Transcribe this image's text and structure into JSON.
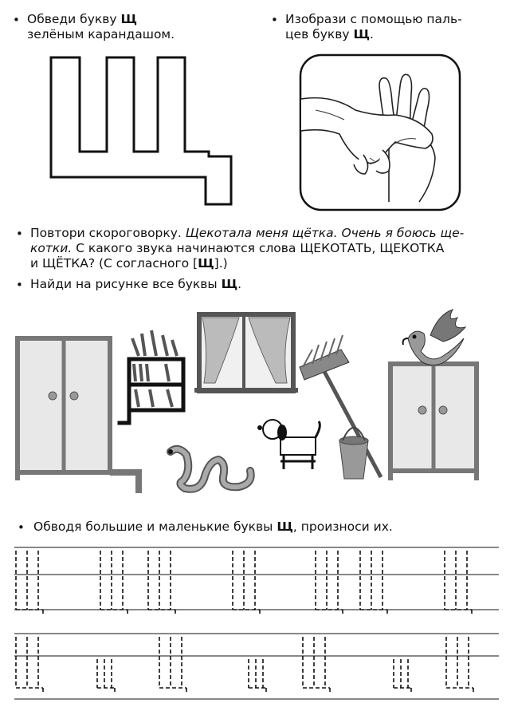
{
  "task1": {
    "bullet": "•",
    "text_before": "Обведи букву ",
    "letter": "Щ",
    "text_line2": "зелёным карандашом."
  },
  "task2": {
    "bullet": "•",
    "text_line1": "Изобрази с помощью паль-",
    "text_before": "цев букву ",
    "letter": "Щ",
    "text_after": "."
  },
  "task3": {
    "bullet": "•",
    "p1": "Повтори скороговорку. ",
    "tongue_twister": "Щекотала меня щётка. Очень я боюсь ще-",
    "tongue_twister_2": "котки.",
    "p2": " С какого звука начинаются слова ЩЕКОТАТЬ, ЩЕКОТКА",
    "p3": "и ЩЁТКА? (С согласного [",
    "sound": "Щ",
    "p4": "].)"
  },
  "task4": {
    "bullet": "•",
    "text_before": "Найди на рисунке все буквы ",
    "letter": "Щ",
    "text_after": "."
  },
  "task5": {
    "bullet": "•",
    "text_before": "Обводя большие и маленькие буквы ",
    "letter": "Щ",
    "text_after": ", произноси их."
  },
  "illustration": {
    "items": [
      "wardrobe-left",
      "bookshelf",
      "window-curtains",
      "broom",
      "snake",
      "dog",
      "bucket",
      "wardrobe-right",
      "parrot"
    ]
  },
  "colors": {
    "ink": "#111111",
    "furniture_gray": "#7a7a7a",
    "light_gray": "#e6e6e6",
    "knob": "#888888"
  }
}
